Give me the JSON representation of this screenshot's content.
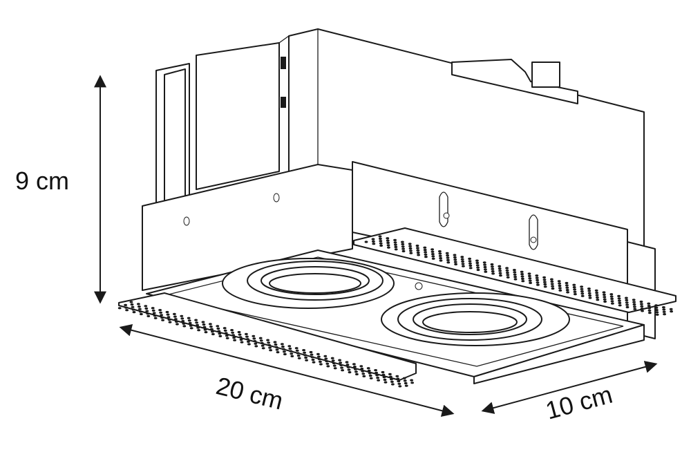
{
  "dimensions": {
    "height": "9 cm",
    "width": "20 cm",
    "depth": "10 cm"
  },
  "colors": {
    "line": "#1a1a1a",
    "background": "#ffffff"
  }
}
